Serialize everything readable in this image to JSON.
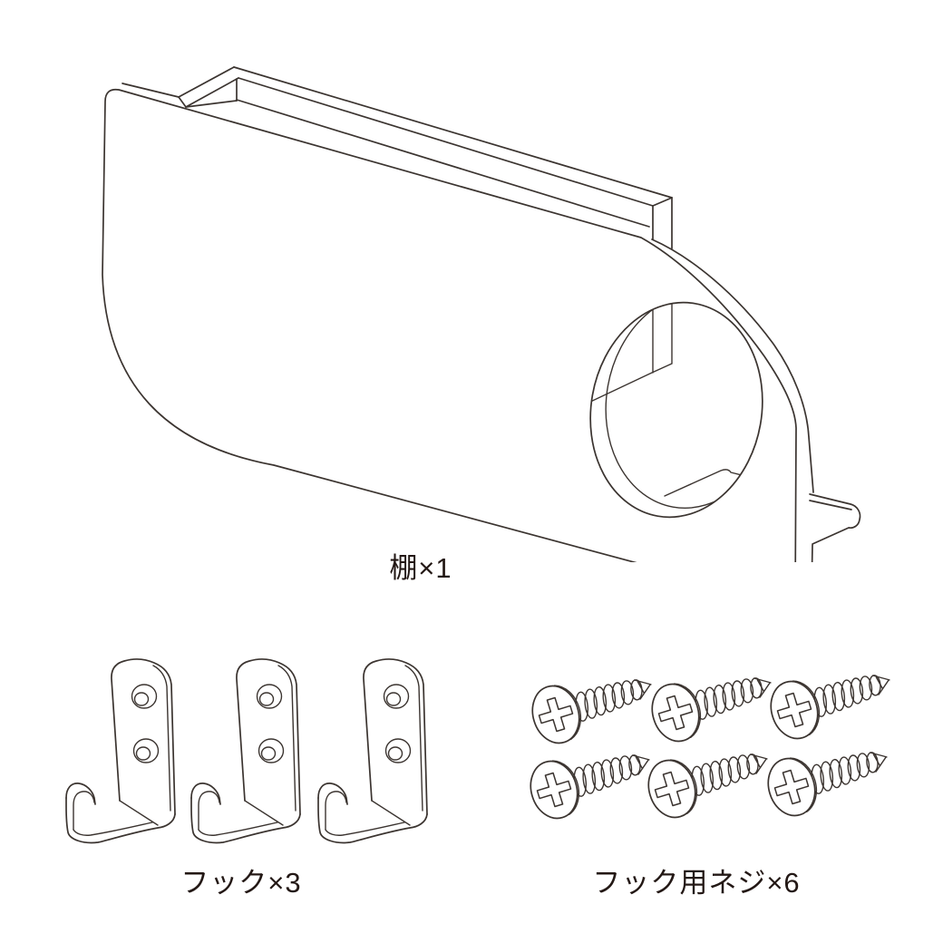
{
  "diagram": {
    "type": "assembly-parts-list",
    "background_color": "#ffffff",
    "line_color": "#3b3430",
    "text_color": "#231815",
    "parts": [
      {
        "id": "shelf",
        "name": "棚",
        "quantity": 1,
        "label": "棚×1"
      },
      {
        "id": "hook",
        "name": "フック",
        "quantity": 3,
        "label": "フック×3"
      },
      {
        "id": "hook-screw",
        "name": "フック用ネジ",
        "quantity": 6,
        "label": "フック用ネジ×6"
      }
    ]
  }
}
